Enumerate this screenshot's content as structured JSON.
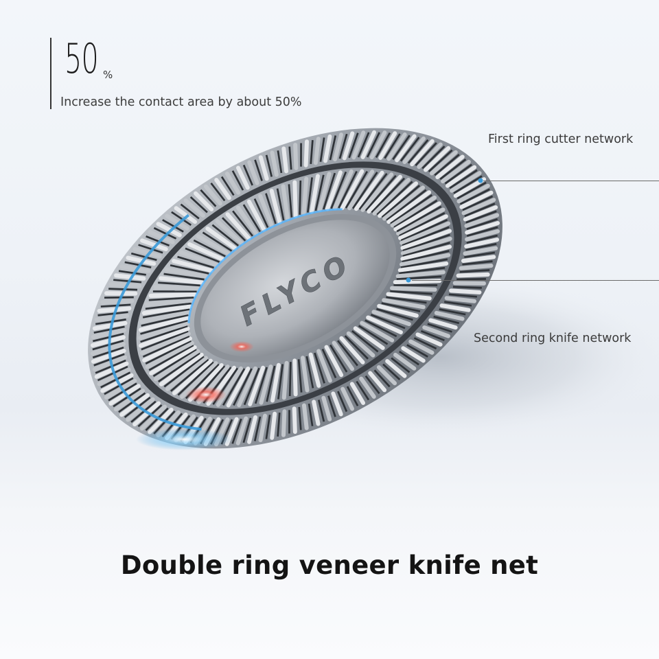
{
  "stat": {
    "number": "50",
    "unit": "%",
    "caption": "Increase the contact area by about 50%"
  },
  "callouts": {
    "first": "First ring cutter network",
    "second": "Second ring knife network"
  },
  "product": {
    "brand_mark": "FLYCO",
    "accent_color": "#3a9ad9",
    "highlight_color": "#ff5a4a"
  },
  "headline": "Double ring veneer knife net"
}
